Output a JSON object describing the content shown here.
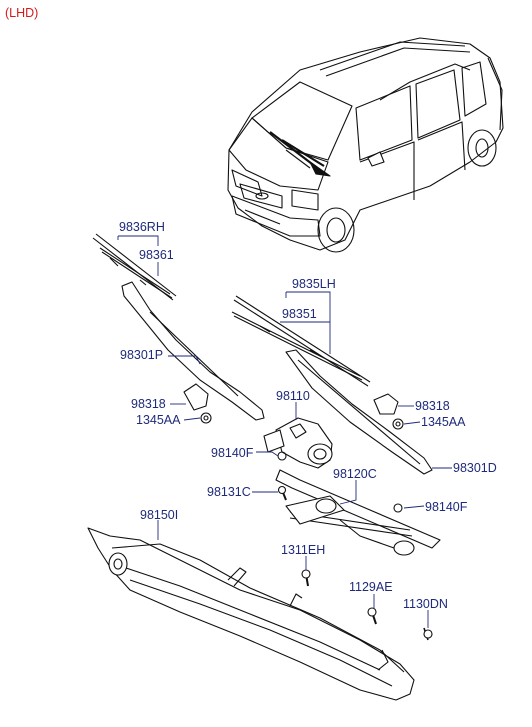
{
  "header": {
    "variant": "(LHD)"
  },
  "colors": {
    "label": "#1f2a7a",
    "header": "#d21a1a",
    "leader": "#1f2a7a",
    "lineart": "#111111"
  },
  "illustration": {
    "subject": "vehicle-and-windshield-wiper-assembly"
  },
  "callouts": [
    {
      "id": "rh-wiper-blade",
      "text": "9836RH"
    },
    {
      "id": "rh-blade-refill",
      "text": "98361"
    },
    {
      "id": "lh-wiper-blade",
      "text": "9835LH"
    },
    {
      "id": "lh-blade-refill",
      "text": "98351"
    },
    {
      "id": "rh-wiper-arm",
      "text": "98301P"
    },
    {
      "id": "rh-arm-cap",
      "text": "98318"
    },
    {
      "id": "rh-arm-nut",
      "text": "1345AA"
    },
    {
      "id": "wiper-motor",
      "text": "98110"
    },
    {
      "id": "motor-crank-link",
      "text": "98140F"
    },
    {
      "id": "motor-bolt",
      "text": "98131C"
    },
    {
      "id": "linkage-assembly",
      "text": "98120C"
    },
    {
      "id": "lh-arm-cap",
      "text": "98318"
    },
    {
      "id": "lh-arm-nut",
      "text": "1345AA"
    },
    {
      "id": "lh-wiper-arm",
      "text": "98301D"
    },
    {
      "id": "link-pivot",
      "text": "98140F"
    },
    {
      "id": "cowl-panel",
      "text": "98150I"
    },
    {
      "id": "linkage-bolt",
      "text": "1311EH"
    },
    {
      "id": "cowl-bolt",
      "text": "1129AE"
    },
    {
      "id": "cowl-nut",
      "text": "1130DN"
    }
  ]
}
